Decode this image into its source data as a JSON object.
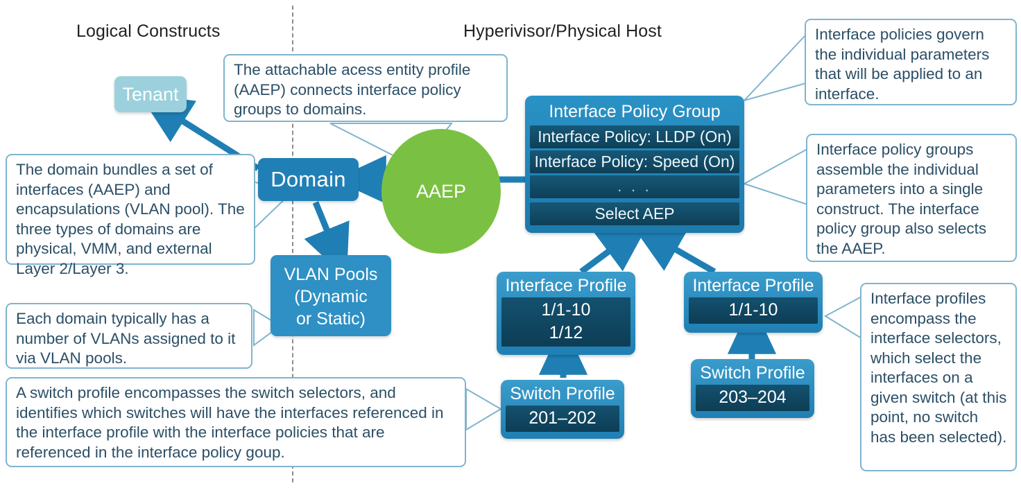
{
  "headers": {
    "left": "Logical Constructs",
    "right": "Hyperivisor/Physical Host"
  },
  "nodes": {
    "tenant": "Tenant",
    "domain": "Domain",
    "aaep": "AAEP",
    "vlan_pools_line1": "VLAN Pools",
    "vlan_pools_line2": "(Dynamic",
    "vlan_pools_line3": "or Static)"
  },
  "interface_policy_group": {
    "title": "Interface Policy Group",
    "rows": [
      "Interface Policy: LLDP (On)",
      "Interface Policy: Speed (On)",
      ". . .",
      "Select AEP"
    ]
  },
  "profiles": {
    "interface_profile_left": {
      "title": "Interface Profile",
      "line1": "1/1-10",
      "line2": "1/12"
    },
    "interface_profile_right": {
      "title": "Interface Profile",
      "line1": "1/1-10"
    },
    "switch_profile_left": {
      "title": "Switch Profile",
      "line1": "201–202"
    },
    "switch_profile_right": {
      "title": "Switch Profile",
      "line1": "203–204"
    }
  },
  "callouts": {
    "aaep_note": "The attachable acess entity profile (AAEP) connects interface policy groups to domains.",
    "interface_policies_note": "Interface policies govern the individual parameters that will be applied to an interface.",
    "domain_note": "The domain bundles a set of interfaces (AAEP) and encapsulations (VLAN pool). The three types of domains are physical, VMM, and external Layer 2/Layer 3.",
    "policy_groups_note": "Interface policy groups assemble the individual parameters into a single construct. The interface policy group also selects the AAEP.",
    "vlan_note": "Each domain typically has a number of VLANs assigned to it via VLAN pools.",
    "interface_profiles_note": "Interface profiles encompass the interface selectors, which select the interfaces on a given switch (at this point, no switch has been selected).",
    "switch_profile_note": "A switch profile encompasses the switch selectors, and identifies which switches will have the interfaces referenced in the interface profile with the interface policies that are referenced in the interface policy goup."
  },
  "colors": {
    "accent_blue": "#2080b6",
    "accent_green": "#7ac143",
    "tenant_teal": "#9bd0dc",
    "callout_border": "#7fb4cd",
    "text_navy": "#2b4f66",
    "dark_row": "#0e4057"
  }
}
